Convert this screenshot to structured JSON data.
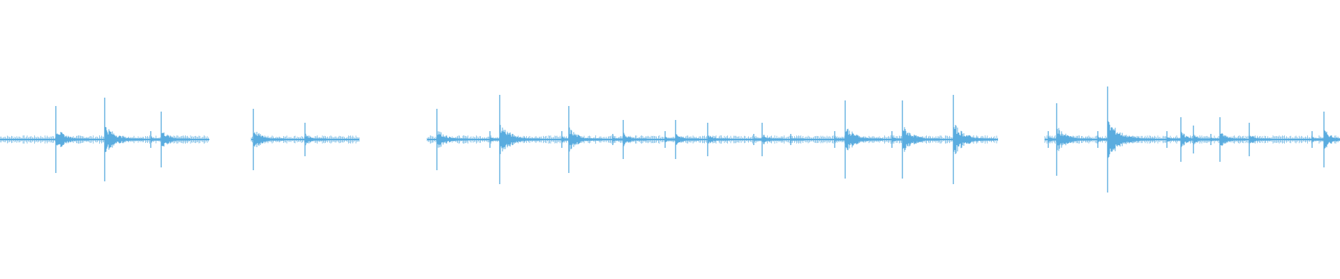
{
  "waveform": {
    "color": "#5aacdf",
    "background": "#ffffff",
    "duration_s": 1920,
    "segments": [
      {
        "start": 0,
        "end": 300
      },
      {
        "start": 360,
        "end": 515
      },
      {
        "start": 612,
        "end": 1430
      },
      {
        "start": 1497,
        "end": 1920
      }
    ],
    "transients": [
      {
        "t": 80,
        "amp": 0.24
      },
      {
        "t": 150,
        "amp": 0.3
      },
      {
        "t": 216,
        "amp": 0.06
      },
      {
        "t": 231,
        "amp": 0.2
      },
      {
        "t": 363,
        "amp": 0.22
      },
      {
        "t": 437,
        "amp": 0.12
      },
      {
        "t": 626,
        "amp": 0.22
      },
      {
        "t": 702,
        "amp": 0.06
      },
      {
        "t": 716,
        "amp": 0.32
      },
      {
        "t": 805,
        "amp": 0.06
      },
      {
        "t": 815,
        "amp": 0.24
      },
      {
        "t": 878,
        "amp": 0.04
      },
      {
        "t": 893,
        "amp": 0.14
      },
      {
        "t": 953,
        "amp": 0.06
      },
      {
        "t": 968,
        "amp": 0.14
      },
      {
        "t": 1014,
        "amp": 0.12
      },
      {
        "t": 1080,
        "amp": 0.04
      },
      {
        "t": 1092,
        "amp": 0.12
      },
      {
        "t": 1133,
        "amp": 0.04
      },
      {
        "t": 1196,
        "amp": 0.06
      },
      {
        "t": 1211,
        "amp": 0.28
      },
      {
        "t": 1278,
        "amp": 0.06
      },
      {
        "t": 1293,
        "amp": 0.28
      },
      {
        "t": 1366,
        "amp": 0.32
      },
      {
        "t": 1502,
        "amp": 0.06
      },
      {
        "t": 1514,
        "amp": 0.26
      },
      {
        "t": 1573,
        "amp": 0.06
      },
      {
        "t": 1587,
        "amp": 0.38
      },
      {
        "t": 1672,
        "amp": 0.06
      },
      {
        "t": 1692,
        "amp": 0.16
      },
      {
        "t": 1710,
        "amp": 0.1
      },
      {
        "t": 1735,
        "amp": 0.04
      },
      {
        "t": 1748,
        "amp": 0.16
      },
      {
        "t": 1790,
        "amp": 0.12
      },
      {
        "t": 1880,
        "amp": 0.06
      },
      {
        "t": 1897,
        "amp": 0.2
      }
    ],
    "baseline_amp": 0.02
  }
}
